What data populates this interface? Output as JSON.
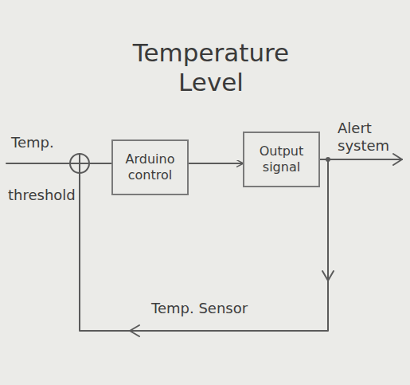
{
  "diagram": {
    "title": "Temperature Level",
    "nodes": [
      {
        "text": [
          "Arduino control"
        ]
      },
      {
        "text": [
          "Output signal"
        ]
      }
    ],
    "edges": [
      {
        "from": 0,
        "to": 1,
        "arrow": "to"
      }
    ],
    "labels": [
      "Temp.",
      "threshold",
      "Alert system",
      "Temp. Sensor"
    ]
  }
}
